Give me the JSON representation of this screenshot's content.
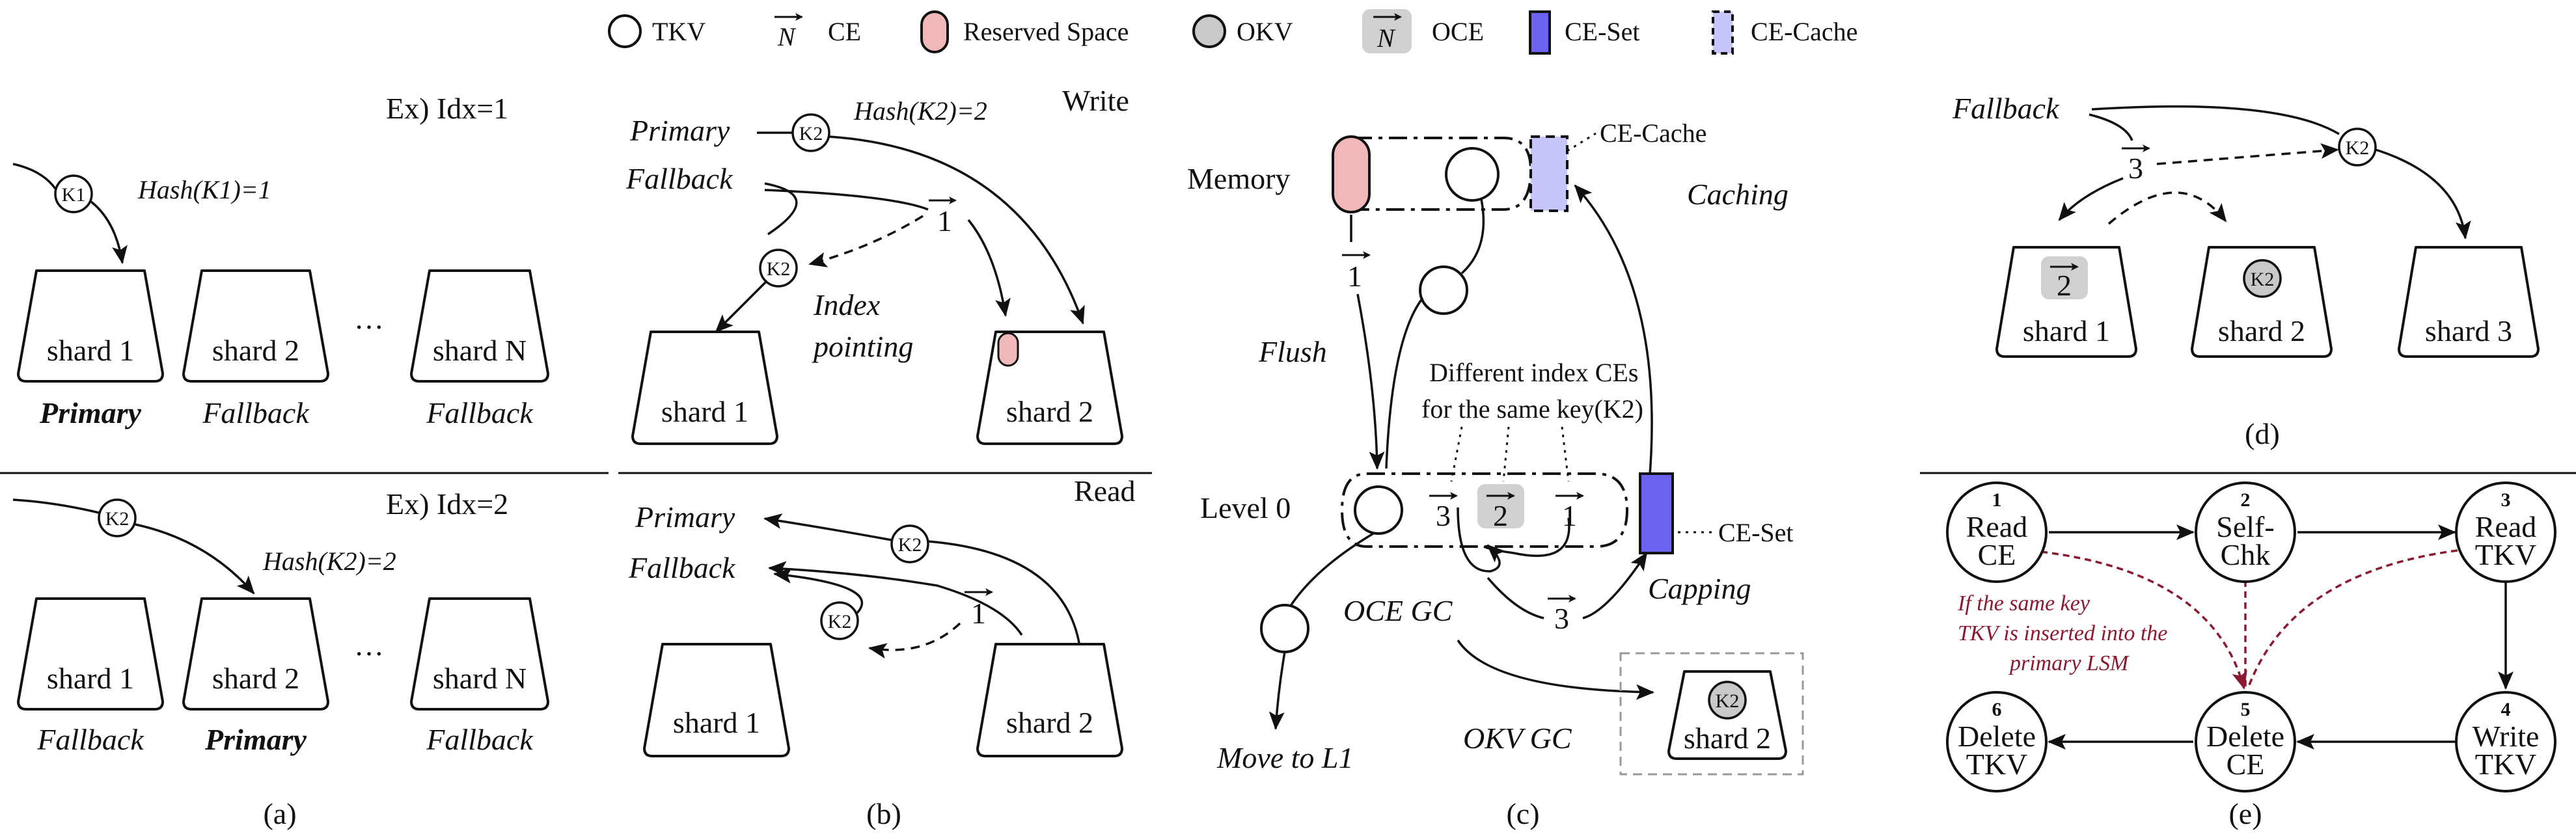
{
  "legend": {
    "tkv": "TKV",
    "ce_symbol": "N",
    "ce": "CE",
    "reserved": "Reserved Space",
    "okv": "OKV",
    "oce_symbol": "N",
    "oce": "OCE",
    "ce_set": "CE-Set",
    "ce_cache": "CE-Cache"
  },
  "colors": {
    "reserved": "#f0b8b8",
    "okv": "#c9c9c9",
    "ce_set": "#6b62f0",
    "ce_cache": "#c8c5fb",
    "red_arrow": "#8b1a30"
  },
  "panel_a": {
    "top_label": "Ex) Idx=1",
    "top_key": "K1",
    "top_hash": "Hash(K1)=1",
    "bottom_label": "Ex) Idx=2",
    "bottom_key": "K2",
    "bottom_hash": "Hash(K2)=2",
    "shard1": "shard 1",
    "shard2": "shard 2",
    "shardN": "shard N",
    "ellipsis": "···",
    "primary": "Primary",
    "fallback": "Fallback",
    "caption": "(a)"
  },
  "panel_b": {
    "write": "Write",
    "read": "Read",
    "primary": "Primary",
    "fallback": "Fallback",
    "key": "K2",
    "hash": "Hash(K2)=2",
    "ce_index": "1",
    "index_pointing_1": "Index",
    "index_pointing_2": "pointing",
    "shard1": "shard 1",
    "shard2": "shard 2",
    "caption": "(b)"
  },
  "panel_c": {
    "memory": "Memory",
    "ce_cache": "CE-Cache",
    "caching": "Caching",
    "flush": "Flush",
    "mem_ce": "1",
    "note_1": "Different index CEs",
    "note_2": "for the same key(K2)",
    "level0": "Level 0",
    "ce_3": "3",
    "oce_2": "2",
    "ce_1": "1",
    "ce_set": "CE-Set",
    "oce_gc": "OCE GC",
    "capping": "Capping",
    "capped_ce": "3",
    "move_to_l1": "Move to L1",
    "okv_gc": "OKV GC",
    "okv_key": "K2",
    "shard2": "shard 2",
    "caption": "(c)"
  },
  "panel_d": {
    "fallback": "Fallback",
    "ce_3": "3",
    "key": "K2",
    "oce_2": "2",
    "okv_key": "K2",
    "shard1": "shard 1",
    "shard2": "shard 2",
    "shard3": "shard 3",
    "caption": "(d)"
  },
  "panel_e": {
    "nodes": [
      {
        "num": "1",
        "l1": "Read",
        "l2": "CE"
      },
      {
        "num": "2",
        "l1": "Self-",
        "l2": "Chk"
      },
      {
        "num": "3",
        "l1": "Read",
        "l2": "TKV"
      },
      {
        "num": "4",
        "l1": "Write",
        "l2": "TKV"
      },
      {
        "num": "5",
        "l1": "Delete",
        "l2": "CE"
      },
      {
        "num": "6",
        "l1": "Delete",
        "l2": "TKV"
      }
    ],
    "note_1": "If the same key",
    "note_2": "TKV is  inserted into the",
    "note_3": "primary LSM",
    "caption": "(e)"
  }
}
